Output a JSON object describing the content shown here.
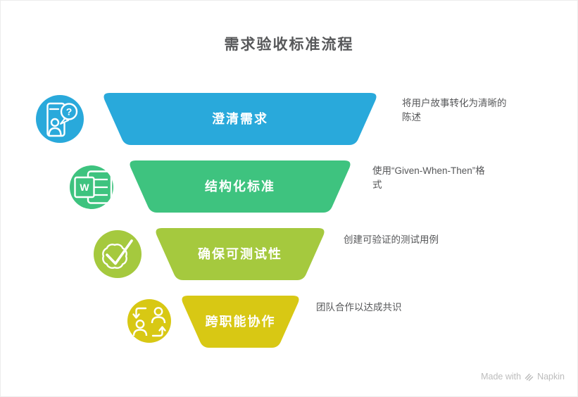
{
  "title": "需求验收标准流程",
  "funnel": {
    "steps": [
      {
        "label": "澄清需求",
        "description": "将用户故事转化为清晰的陈述",
        "color": "#29A9DB",
        "icon": "person-question-icon",
        "icon_glyph": "?"
      },
      {
        "label": "结构化标准",
        "description": "使用“Given-When-Then”格式",
        "color": "#3EC37F",
        "icon": "word-document-icon",
        "icon_glyph": "W"
      },
      {
        "label": "确保可测试性",
        "description": "创建可验证的测试用例",
        "color": "#A5C93E",
        "icon": "verified-badge-icon",
        "icon_glyph": ""
      },
      {
        "label": "跨职能协作",
        "description": "团队合作以达成共识",
        "color": "#D8C814",
        "icon": "people-exchange-icon",
        "icon_glyph": ""
      }
    ]
  },
  "footer": {
    "made_with": "Made with",
    "brand": "Napkin"
  }
}
